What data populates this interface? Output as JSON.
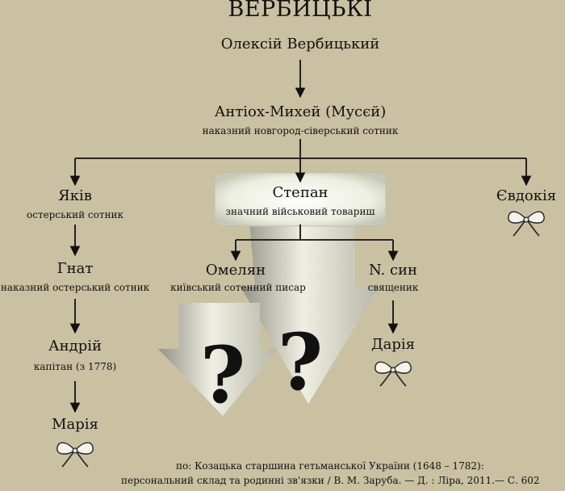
{
  "title": "ВЕРБИЦЬКІ",
  "people": {
    "oleksii": {
      "name": "Олексій Вербицький"
    },
    "antioh": {
      "name": "Антіох-Михей (Мусєй)",
      "role": "наказний новгород-сіверський сотник"
    },
    "yakiv": {
      "name": "Яків",
      "role": "остерський сотник"
    },
    "stepan": {
      "name": "Степан",
      "role": "значний військовий товариш"
    },
    "yevdokiia": {
      "name": "Євдокія"
    },
    "hnat": {
      "name": "Гнат",
      "role": "наказний остерський сотник"
    },
    "omelian": {
      "name": "Омелян",
      "role": "київський сотенний писар"
    },
    "n_syn": {
      "name": "N. син",
      "role": "священик"
    },
    "andrii": {
      "name": "Андрій",
      "role": "капітан (з 1778)"
    },
    "dariia": {
      "name": "Дарія"
    },
    "mariia": {
      "name": "Марія"
    }
  },
  "unknown_marks": [
    "?",
    "?"
  ],
  "source": {
    "line1": "по: Козацька старшина гетьманської України (1648 – 1782):",
    "line2": "персональний склад та родинні зв'язки / В. М. Заруба. — Д. : Ліра, 2011.— С. 602"
  },
  "colors": {
    "background": "#c9c1a2",
    "line": "#111111",
    "arrow": "#e9ead8",
    "highlight": "#f2f1e6"
  },
  "icons": [
    "ribbon-bow-icon",
    "question-mark-icon"
  ]
}
